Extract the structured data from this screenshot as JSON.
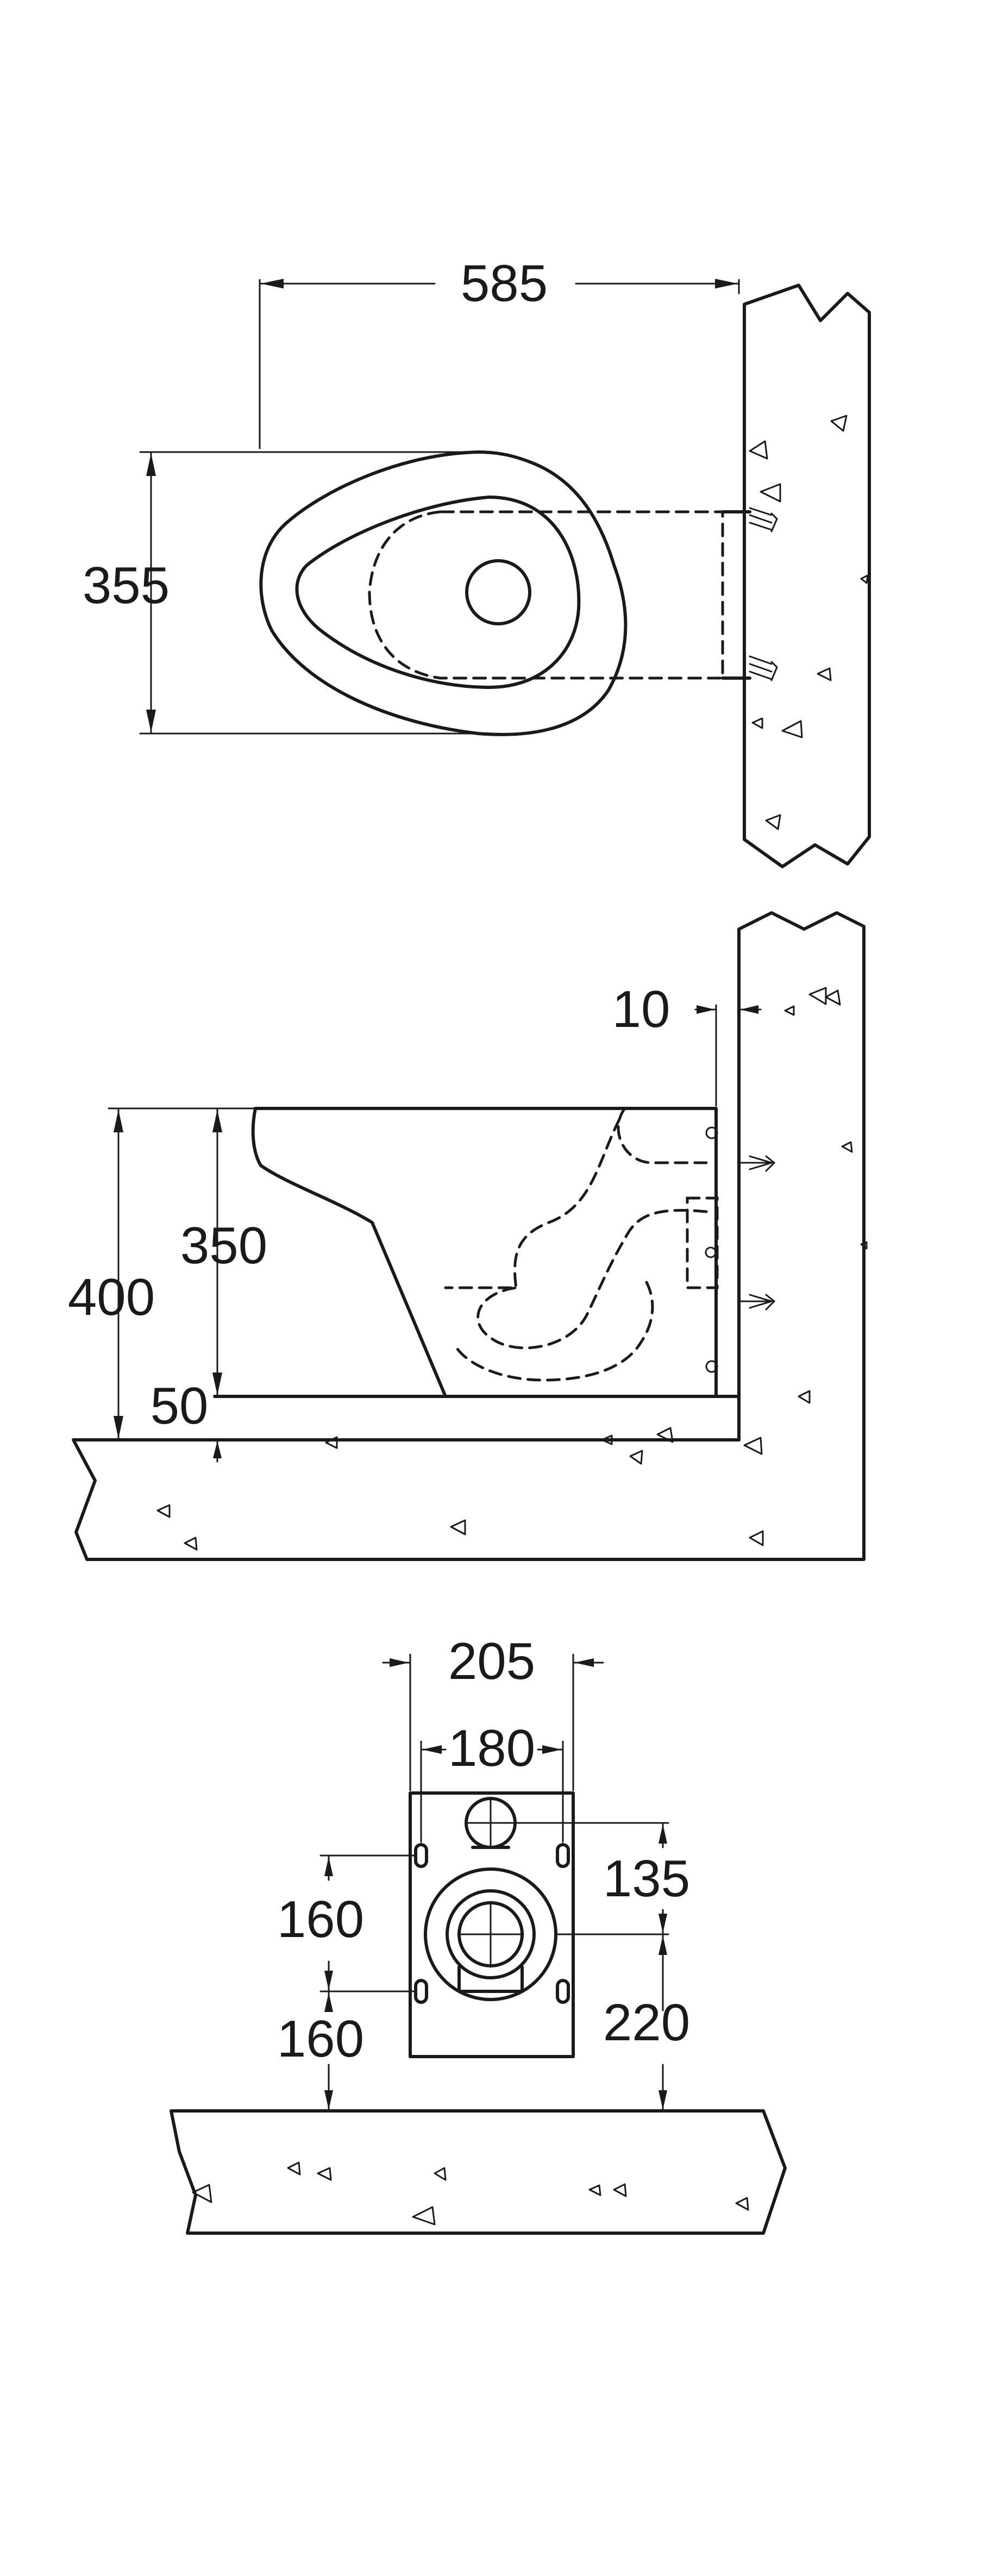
{
  "top_view": {
    "width_dim": "585",
    "depth_dim": "355"
  },
  "side_view": {
    "wall_gap_dim": "10",
    "total_height_dim": "400",
    "bowl_height_dim": "350",
    "floor_offset_dim": "50"
  },
  "bracket_view": {
    "outer_width_dim": "205",
    "inner_width_dim": "180",
    "upper_offset_dim": "135",
    "hole_spacing_dim": "160",
    "lower_offset_dim": "220",
    "floor_height_dim": "160"
  }
}
